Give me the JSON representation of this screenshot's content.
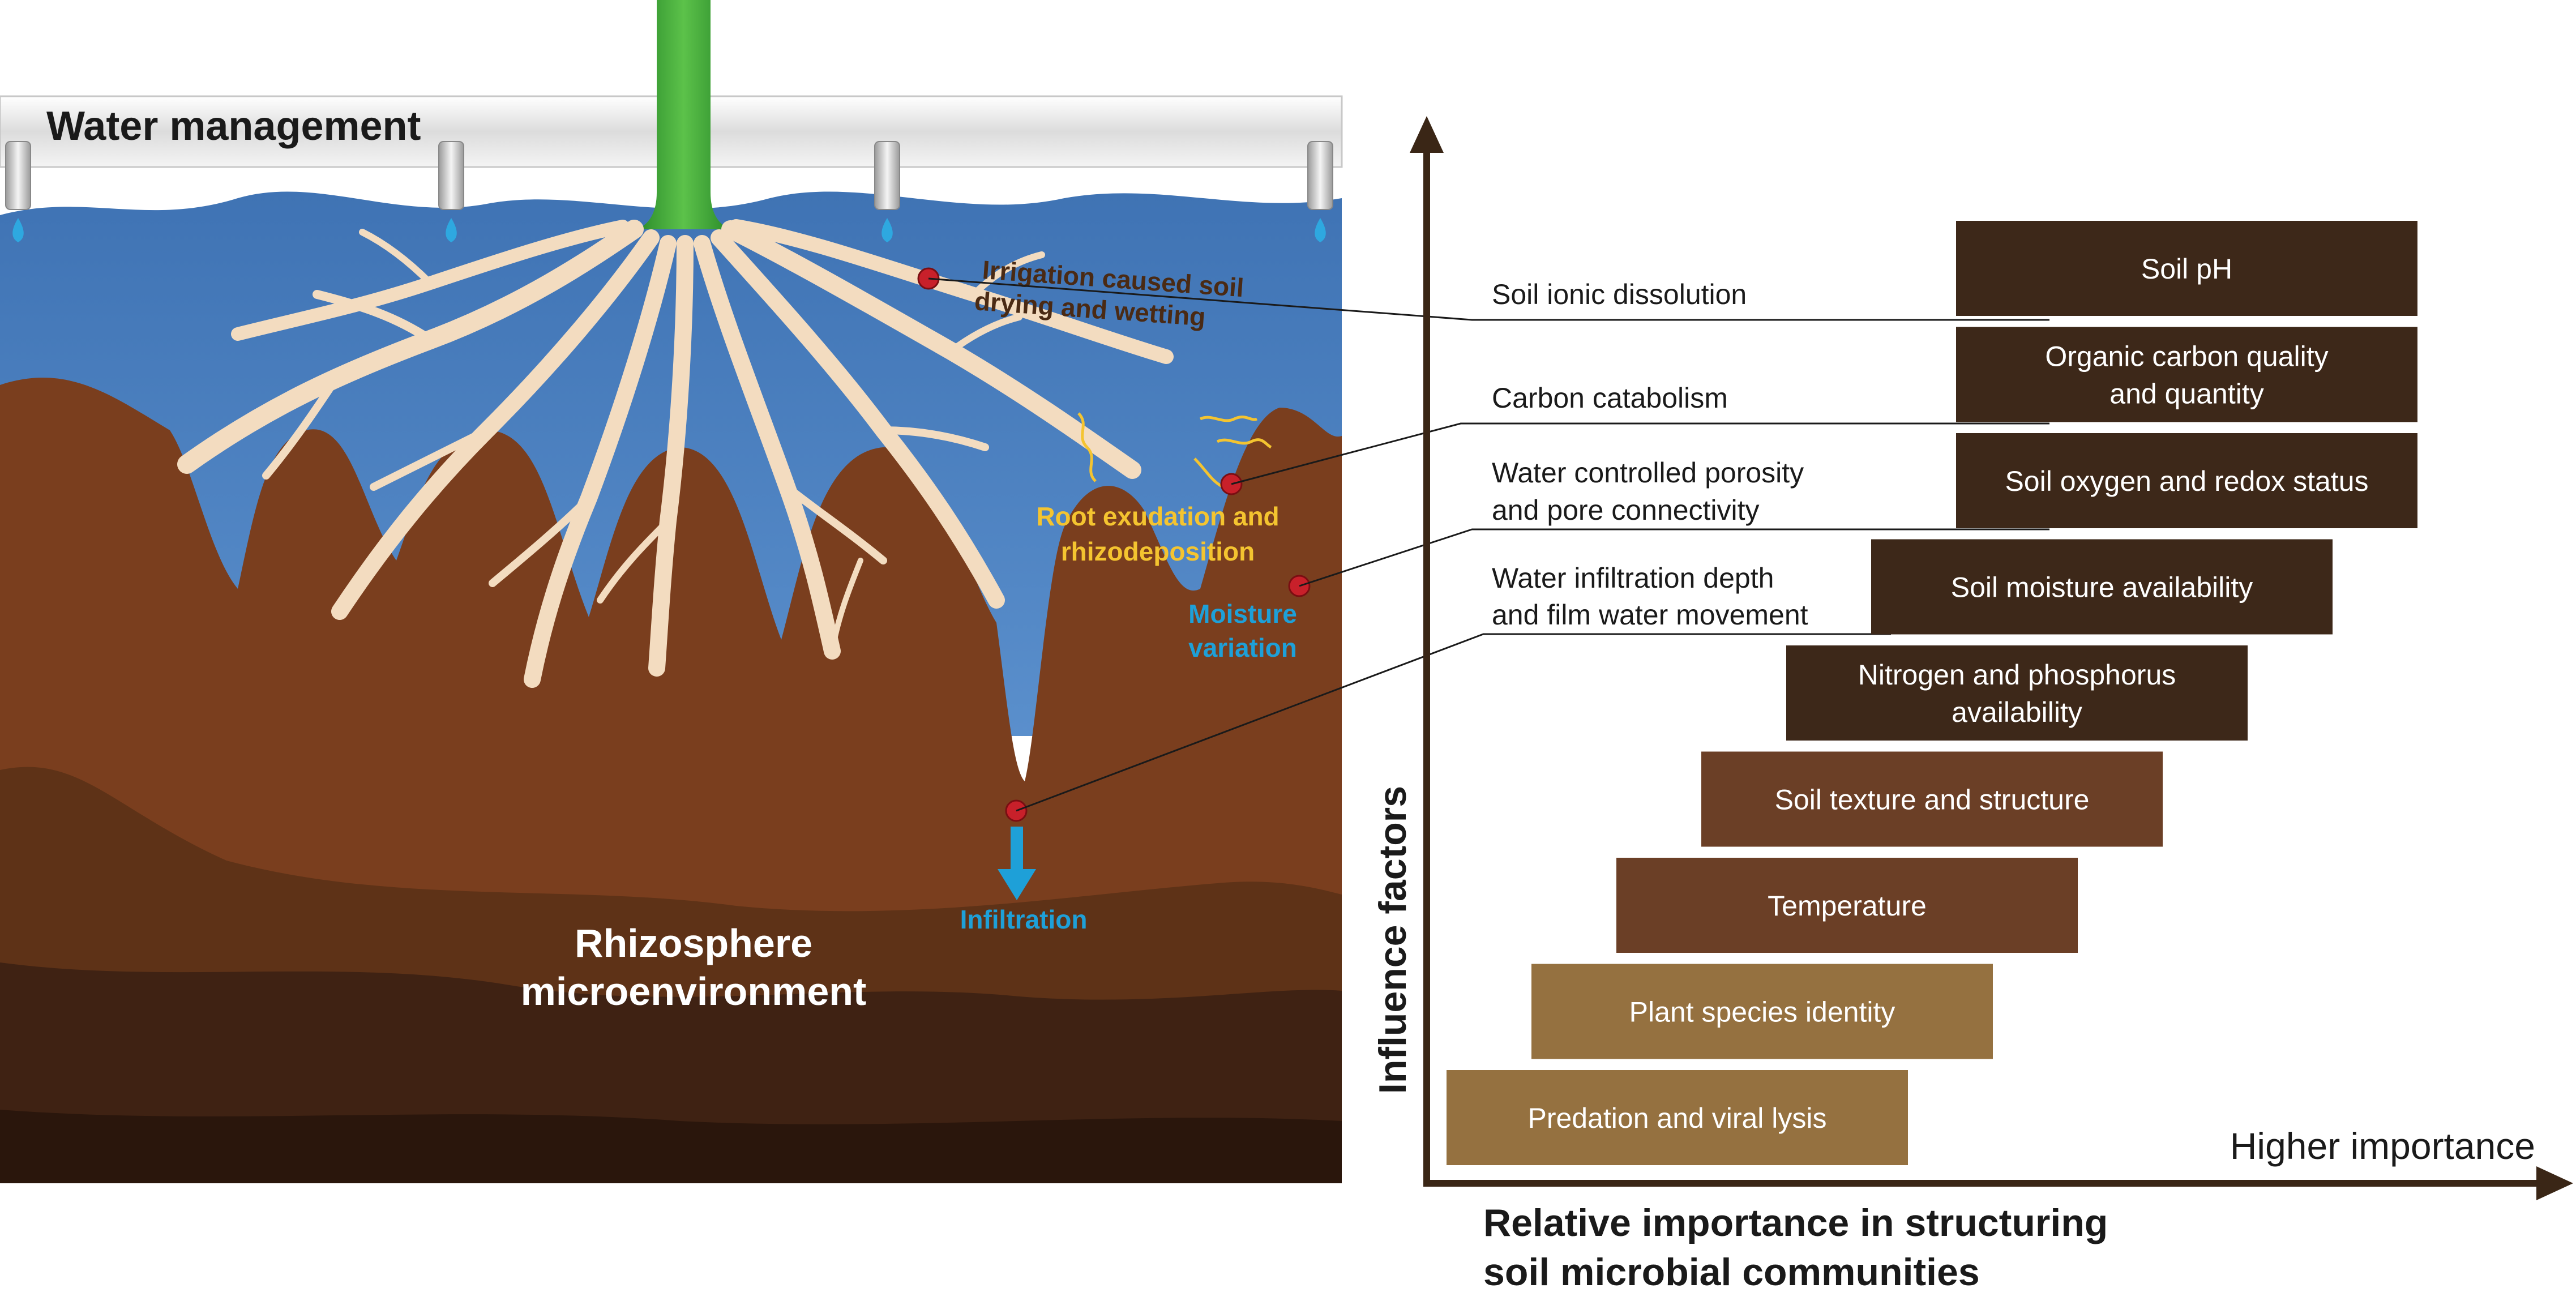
{
  "illustration": {
    "water_management_label": "Water management",
    "irrigation_label": [
      "Irrigation caused soil",
      "drying and wetting"
    ],
    "exudation_label": [
      "Root exudation and",
      "rhizodeposition"
    ],
    "moisture_label": [
      "Moisture",
      "variation"
    ],
    "infiltration_label": "Infiltration",
    "rhizosphere_label": [
      "Rhizosphere",
      "microenvironment"
    ]
  },
  "mechanisms": [
    {
      "lines": [
        "Soil ionic dissolution"
      ]
    },
    {
      "lines": [
        "Carbon catabolism"
      ]
    },
    {
      "lines": [
        "Water controlled porosity",
        "and pore connectivity"
      ]
    },
    {
      "lines": [
        "Water infiltration depth",
        "and film water movement"
      ]
    }
  ],
  "axes": {
    "y_label": "Influence factors",
    "x_end_label": "Higher importance",
    "x_title": [
      "Relative importance in structuring",
      "soil microbial communities"
    ]
  },
  "colors": {
    "dark_brown": "#3d2819",
    "mid_brown": "#6b3f26",
    "light_brown": "#957140",
    "water_blue": "#4a7fc0",
    "label_yellow": "#f4c430",
    "label_blue": "#1ea0d8",
    "marker_red": "#c8202a",
    "stem_green": "#3ea03e"
  },
  "chart_data": {
    "type": "bar",
    "orientation": "horizontal-staircase",
    "categories": [
      [
        "Soil pH"
      ],
      [
        "Organic carbon quality",
        "and quantity"
      ],
      [
        "Soil oxygen and redox status"
      ],
      [
        "Soil moisture availability"
      ],
      [
        "Nitrogen and phosphorus",
        "availability"
      ],
      [
        "Soil texture and structure"
      ],
      [
        "Temperature"
      ],
      [
        "Plant species identity"
      ],
      [
        "Predation and viral lysis"
      ]
    ],
    "relative_importance_rank": [
      9,
      9,
      9,
      8,
      7,
      6,
      5,
      4,
      3
    ],
    "bar_colors": [
      "dark",
      "dark",
      "dark",
      "dark",
      "dark",
      "mid",
      "mid",
      "light",
      "light"
    ]
  }
}
